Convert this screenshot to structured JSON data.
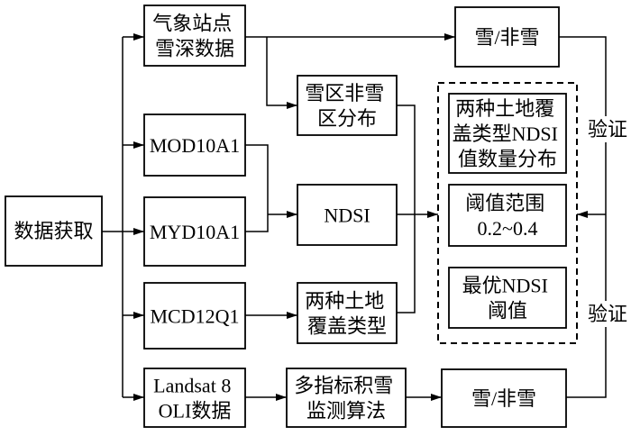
{
  "colors": {
    "background": "#ffffff",
    "stroke": "#000000",
    "text": "#000000"
  },
  "nodes": {
    "data_acquisition": {
      "lines": [
        "数据获取"
      ]
    },
    "station_snow_depth": {
      "lines": [
        "气象站点",
        "雪深数据"
      ]
    },
    "mod10a1": {
      "lines": [
        "MOD10A1"
      ]
    },
    "myd10a1": {
      "lines": [
        "MYD10A1"
      ]
    },
    "mcd12q1": {
      "lines": [
        "MCD12Q1"
      ]
    },
    "landsat8_oli": {
      "lines": [
        "Landsat 8",
        "OLI数据"
      ]
    },
    "snow_area_distribution": {
      "lines": [
        "雪区非雪",
        "区分布"
      ]
    },
    "ndsi": {
      "lines": [
        "NDSI"
      ]
    },
    "land_cover_types": {
      "lines": [
        "两种土地",
        "覆盖类型"
      ]
    },
    "multi_index_algorithm": {
      "lines": [
        "多指标积雪",
        "监测算法"
      ]
    },
    "snow_nonsnow_top": {
      "lines": [
        "雪/非雪"
      ]
    },
    "snow_nonsnow_bottom": {
      "lines": [
        "雪/非雪"
      ]
    },
    "ndsi_value_distribution": {
      "lines": [
        "两种土地覆",
        "盖类型NDSI",
        "值数量分布"
      ]
    },
    "threshold_range": {
      "lines": [
        "阈值范围",
        "0.2~0.4"
      ]
    },
    "optimal_threshold": {
      "lines": [
        "最优NDSI",
        "阈值"
      ]
    }
  },
  "labels": {
    "validation_top": "验证",
    "validation_bottom": "验证"
  }
}
